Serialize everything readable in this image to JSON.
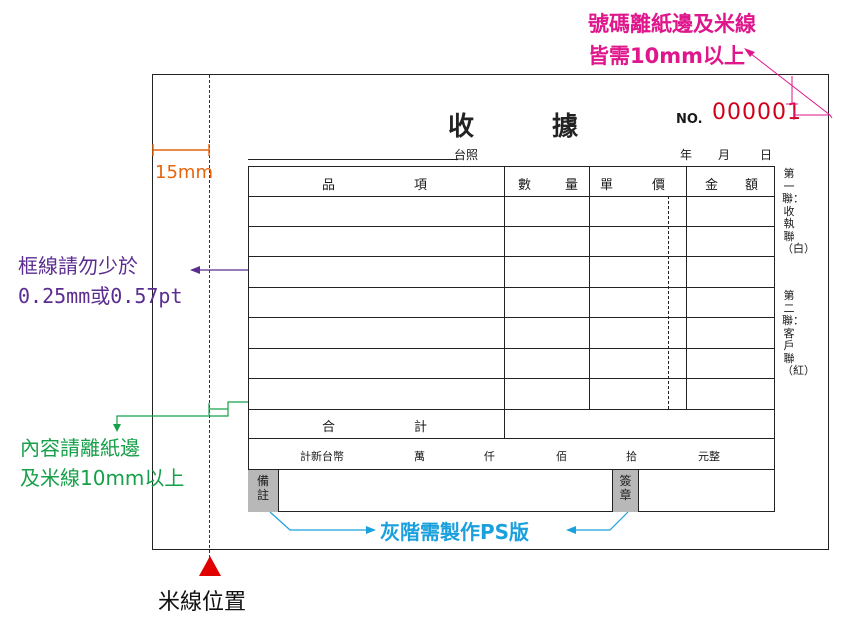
{
  "receipt": {
    "title_left": "收",
    "title_right": "據",
    "no_label": "NO.",
    "no_value": "000001",
    "tw_label": "台照",
    "date_year": "年",
    "date_month": "月",
    "date_day": "日",
    "headers": {
      "item_a": "品",
      "item_b": "項",
      "qty_a": "數",
      "qty_b": "量",
      "price_a": "單",
      "price_b": "價",
      "amount_a": "金",
      "amount_b": "額"
    },
    "total_a": "合",
    "total_b": "計",
    "amount_words": [
      "計新台幣",
      "萬",
      "仟",
      "佰",
      "拾",
      "元整"
    ],
    "remarks_label": "備註",
    "seal_label": "簽章",
    "side_text_1": "第一聯：收執聯（白）",
    "side_text_2": "第二聯：客戶聯（紅）"
  },
  "annotations": {
    "number_margin": [
      "號碼離紙邊及米線",
      "皆需10mm以上"
    ],
    "margin_15": "15mm",
    "border_width": [
      "框線請勿少於",
      "0.25mm或0.57pt"
    ],
    "content_margin": [
      "內容請離紙邊",
      "及米線10mm以上"
    ],
    "grayscale_note": "灰階需製作PS版",
    "perforation_label": "米線位置"
  },
  "colors": {
    "number_red": "#d0021b",
    "pink": "#e0168c",
    "orange": "#e8640c",
    "purple": "#5b2d91",
    "green": "#17a04a",
    "blue": "#1aa0dc"
  }
}
